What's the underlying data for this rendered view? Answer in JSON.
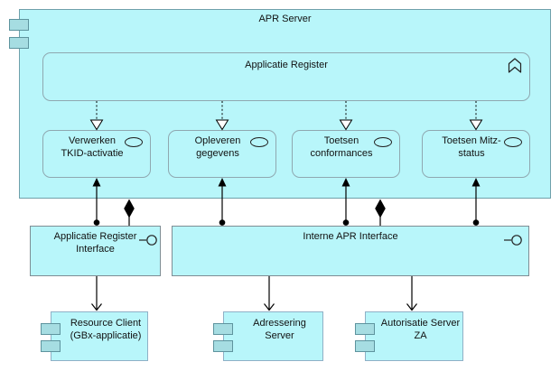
{
  "colors": {
    "node_fill": "#b8f6fa",
    "component_border": "#6fa0aa",
    "rounded_border": "#8fa8b0",
    "interface_border": "#7e8d94",
    "external_component_border": "#8fb0c6",
    "icon_tab_fill": "#a6dde2",
    "icon_tab_border": "#5e949e",
    "connector": "#000000"
  },
  "apr_server": {
    "label": "APR Server"
  },
  "application_function": {
    "label": "Applicatie Register"
  },
  "services": [
    {
      "label": "Verwerken\nTKID-activatie"
    },
    {
      "label": "Opleveren\ngegevens"
    },
    {
      "label": "Toetsen\nconformances"
    },
    {
      "label": "Toetsen Mitz-\nstatus"
    }
  ],
  "interfaces": [
    {
      "label": "Applicatie Register\nInterface"
    },
    {
      "label": "Interne APR Interface"
    }
  ],
  "external_components": [
    {
      "label": "Resource Client\n(GBx-applicatie)"
    },
    {
      "label": "Adressering\nServer"
    },
    {
      "label": "Autorisatie Server\nZA"
    }
  ],
  "icons": {
    "component": "component-icon",
    "function": "function-chevron-icon",
    "service": "service-oval-icon",
    "interface": "interface-socket-icon"
  },
  "relationships": [
    {
      "type": "realization",
      "from": "Applicatie Register",
      "to": "Verwerken TKID-activatie"
    },
    {
      "type": "realization",
      "from": "Applicatie Register",
      "to": "Opleveren gegevens"
    },
    {
      "type": "realization",
      "from": "Applicatie Register",
      "to": "Toetsen conformances"
    },
    {
      "type": "realization",
      "from": "Applicatie Register",
      "to": "Toetsen Mitz-status"
    },
    {
      "type": "assignment",
      "from": "Applicatie Register Interface",
      "to": "Verwerken TKID-activatie"
    },
    {
      "type": "assignment",
      "from": "Interne APR Interface",
      "to": "Opleveren gegevens"
    },
    {
      "type": "assignment",
      "from": "Interne APR Interface",
      "to": "Toetsen conformances"
    },
    {
      "type": "assignment",
      "from": "Interne APR Interface",
      "to": "Toetsen Mitz-status"
    },
    {
      "type": "composition",
      "from": "APR Server",
      "to": "Applicatie Register Interface"
    },
    {
      "type": "composition",
      "from": "APR Server",
      "to": "Interne APR Interface"
    },
    {
      "type": "serving",
      "from": "Applicatie Register Interface",
      "to": "Resource Client (GBx-applicatie)"
    },
    {
      "type": "serving",
      "from": "Interne APR Interface",
      "to": "Adressering Server"
    },
    {
      "type": "serving",
      "from": "Interne APR Interface",
      "to": "Autorisatie Server ZA"
    }
  ]
}
